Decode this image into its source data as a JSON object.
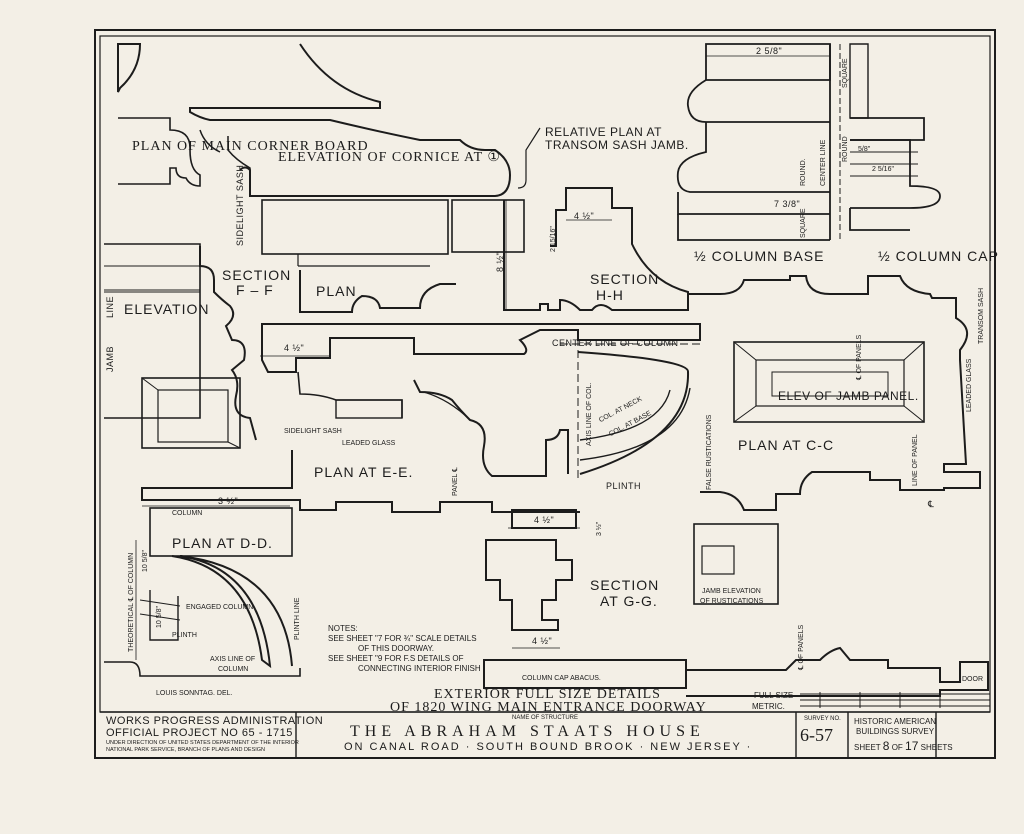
{
  "labels": {
    "plan_main_corner_board": "PLAN OF MAIN CORNER BOARD",
    "elevation_of_cornice": "ELEVATION OF CORNICE AT ①",
    "relative_plan": "RELATIVE PLAN AT",
    "transom_sash_jamb": "TRANSOM SASH JAMB.",
    "half_column_base": "½ COLUMN BASE",
    "half_column_cap": "½ COLUMN CAP",
    "sidelight_sash": "SIDELIGHT SASH",
    "section_ff": "SECTION",
    "section_ff_letter": "F – F",
    "plan": "PLAN",
    "section_hh": "SECTION",
    "section_hh_letter": "H-H",
    "elevation": "ELEVATION",
    "jamb_line": "JAMB",
    "line": "LINE",
    "center_line_of_column": "CENTER LINE OF COLUMN",
    "axis_line_of_col": "AXIS LINE OF COL.",
    "col_at_neck": "COL. AT NECK",
    "col_at_base": "COL. AT BASE",
    "false_rustications": "FALSE RUSTICATIONS",
    "elev_jamb_panel": "ELEV OF JAMB PANEL.",
    "leaded_glass_right": "LEADED GLASS",
    "transom_sash": "TRANSOM SASH",
    "cl_of_panels": "℄ OF PANELS",
    "plan_at_cc": "PLAN AT C-C",
    "line_of_panel": "LINE OF PANEL",
    "sidelight_sash2": "SIDELIGHT SASH",
    "leaded_glass": "LEADED GLASS",
    "plan_at_ee": "PLAN AT E-E.",
    "panel_cl": "PANEL ℄",
    "plinth": "PLINTH",
    "column": "COLUMN",
    "plan_at_dd": "PLAN AT D-D.",
    "theoretical_cl": "THEORETICAL ℄ OF COLUMN",
    "engaged_column": "ENGAGED COLUMN",
    "plinth2": "PLINTH",
    "plinth_line": "PLINTH LINE",
    "axis_line_of": "AXIS LINE OF",
    "column_short": "COLUMN",
    "section_gg": "SECTION",
    "section_gg_letter": "AT G-G.",
    "jamb_elevation": "JAMB ELEVATION",
    "of_rustications": "OF RUSTICATIONS",
    "column_cap_abacus": "COLUMN CAP ABACUS.",
    "cl_of_panels2": "℄ OF PANELS",
    "door": "DOOR",
    "square_top": "SQUARE",
    "center_line": "CENTER LINE",
    "round_top": "ROUND",
    "round": "ROUND.",
    "square_bottom": "SQUARE",
    "author": "LOUIS SONNTAG. DEL.",
    "cl_symbol": "℄"
  },
  "dimensions": {
    "d1": "2 5/8\"",
    "d2": "2 5/16\"",
    "d3": "7 3/8\"",
    "d4": "4 ½\"",
    "d5": "8 ½\"",
    "d6": "2 15/16\"",
    "d7": "4 ½\"",
    "d8": "3 ½\"",
    "d9": "4 ½\"",
    "d10": "3 ½\"",
    "d11": "4 ½\"",
    "d12": "10 5/8\"",
    "d13": "10 5/8\"",
    "d14": "5/8\""
  },
  "notes": {
    "heading": "NOTES:",
    "lines": [
      "SEE SHEET \"7 FOR ¾\" SCALE DETAILS",
      "OF THIS DOORWAY.",
      "SEE SHEET \"9 FOR F.S DETAILS OF",
      "CONNECTING INTERIOR FINISH"
    ]
  },
  "sheet_title": {
    "line1": "EXTERIOR FULL SIZE DETAILS",
    "line2": "OF 1820 WING MAIN ENTRANCE DOORWAY",
    "full_size": "FULL SIZE",
    "metric": "METRIC."
  },
  "title_block": {
    "wpa_line1": "WORKS PROGRESS ADMINISTRATION",
    "wpa_line2": "OFFICIAL PROJECT NO 65 - 1715",
    "wpa_line3": "UNDER DIRECTION OF UNITED STATES DEPARTMENT OF THE INTERIOR",
    "wpa_line4": "NATIONAL PARK SERVICE, BRANCH OF PLANS AND DESIGN",
    "name_of_structure": "NAME OF STRUCTURE",
    "structure_name": "THE ABRAHAM STAATS HOUSE",
    "location": "ON CANAL ROAD · SOUTH BOUND BROOK · NEW JERSEY ·",
    "survey_no_label": "SURVEY NO.",
    "survey_no": "6-57",
    "habs_line1": "HISTORIC AMERICAN",
    "habs_line2": "BUILDINGS SURVEY",
    "sheet_prefix": "SHEET",
    "sheet_number": "8",
    "sheet_of": "OF",
    "sheet_total": "17",
    "sheet_suffix": "SHEETS"
  },
  "colors": {
    "paper": "#f3efe6",
    "ink": "#1c1c1c"
  }
}
